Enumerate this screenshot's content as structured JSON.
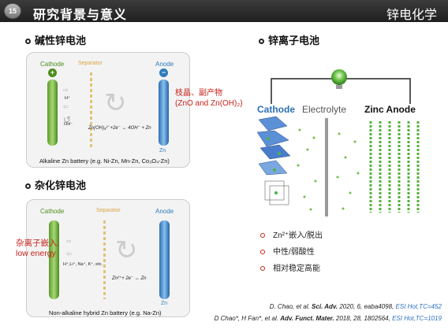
{
  "header": {
    "slide_number": "15",
    "title": "研究背景与意义",
    "right_title": "锌电化学"
  },
  "alkaline": {
    "heading": "碱性锌电池",
    "cathode": "Cathode",
    "separator": "Separator",
    "anode": "Anode",
    "ion_h": "H⁺",
    "ion_oh": "OH⁻",
    "equation": "Zn(OH)₄²⁻+2e⁻ ↔ 4OH⁻ + Zn",
    "zn": "Zn",
    "caption": "Alkaline Zn battery (e.g. Ni-Zn, Mn-Zn, Co₃O₄-Zn)",
    "note_line1": "枝晶、副产物",
    "note_line2": "(ZnO and Zn(OH)₂)"
  },
  "hybrid": {
    "heading": "杂化锌电池",
    "cathode": "Cathode",
    "separator": "Separator",
    "anode": "Anode",
    "ions": "H⁺,Li⁺, Na⁺, K⁺, etc.",
    "equation": "Zn²⁺+ 2e⁻ ↔ Zn",
    "zn": "Zn",
    "caption": "Non-alkaline hybrid Zn battery (e.g. Na-Zn)",
    "note_line1": "杂离子嵌入:",
    "note_line2": "low energy"
  },
  "zinc_ion": {
    "heading": "锌离子电池",
    "cathode": "Cathode",
    "electrolyte": "Electrolyte",
    "anode": "Zinc Anode",
    "bullets": [
      "Zn²⁺嵌入/脱出",
      "中性/弱酸性",
      "相对稳定高能"
    ]
  },
  "references": [
    {
      "authors": "D. Chao, et al. ",
      "journal": "Sci. Adv.",
      "details": " 2020, 6, eaba4098, ",
      "tag": "ESI Hot,TC=452"
    },
    {
      "authors": "D Chao*, H Fan*, et al. ",
      "journal": "Adv. Funct. Mater.",
      "details": " 2018, 28, 1802564, ",
      "tag": "ESI Hot,TC=1019"
    }
  ],
  "colors": {
    "accent_red": "#c8221b",
    "cathode_green": "#4b8d1b",
    "anode_blue": "#2f7bbd",
    "header_bg": "#2a2a2a"
  }
}
